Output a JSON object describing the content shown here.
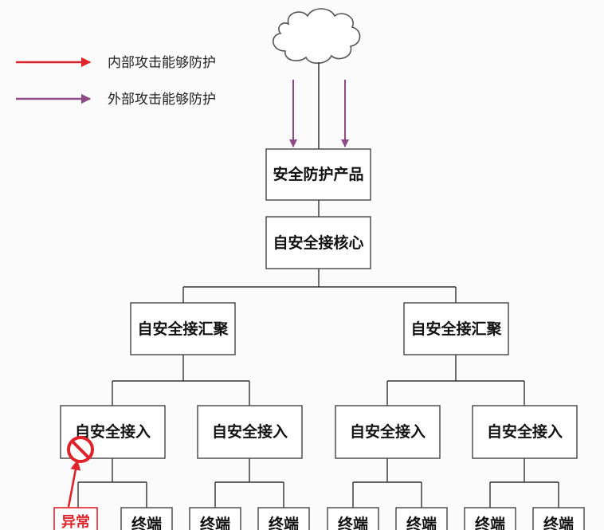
{
  "legend": {
    "internal": {
      "label": "内部攻击能够防护",
      "color": "#e0222a"
    },
    "external": {
      "label": "外部攻击能够防护",
      "color": "#8e4a86"
    }
  },
  "cloud": {
    "icon": "cloud-icon"
  },
  "nodes": {
    "security_product": "安全防护产品",
    "core": "自安全接核心",
    "aggregation": [
      "自安全接汇聚",
      "自安全接汇聚"
    ],
    "access": [
      "自安全接入",
      "自安全接入",
      "自安全接入",
      "自安全接入"
    ],
    "terminals": [
      "异常",
      "终端",
      "终端",
      "终端",
      "终端",
      "终端",
      "终端",
      "终端"
    ]
  },
  "blocked_icon": "prohibited-icon",
  "colors": {
    "line": "#333333",
    "box_border": "#444444",
    "box_fill": "#ffffff",
    "alert": "#e0222a",
    "purple": "#8e4a86"
  }
}
